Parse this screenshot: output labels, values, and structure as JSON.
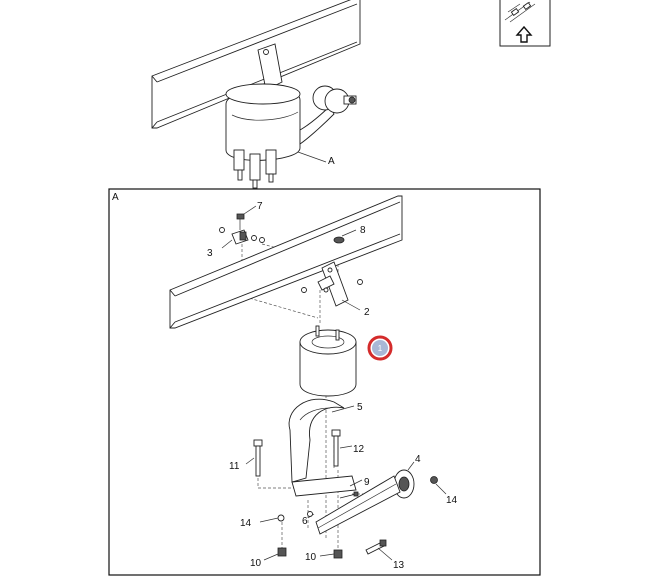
{
  "frame_label": "A",
  "overview": {
    "view_label": "A"
  },
  "hotspot": {
    "label": "1",
    "ring_color": "#d42b2b",
    "fill_color": "#a9b7d6"
  },
  "callouts": {
    "c2": "2",
    "c3": "3",
    "c4": "4",
    "c5": "5",
    "c6": "6",
    "c7": "7",
    "c8": "8",
    "c9": "9",
    "c10a": "10",
    "c10b": "10",
    "c11": "11",
    "c12": "12",
    "c13": "13",
    "c14a": "14",
    "c14b": "14"
  },
  "icons": {
    "nav": "up-arrow-icon",
    "thumb": "parts-thumbnail-icon"
  }
}
